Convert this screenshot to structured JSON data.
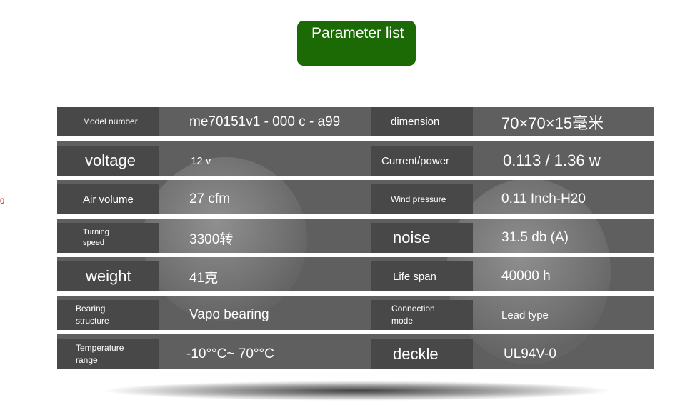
{
  "title": "Parameter list",
  "stray_mark": "0",
  "rows": [
    {
      "label1": "Model number",
      "value1": "me70151v1 - 000 c - a99",
      "label2": "dimension",
      "value2": "70×70×15毫米"
    },
    {
      "label1": "voltage",
      "value1": "12 v",
      "label2": "Current/power",
      "value2": "0.113 / 1.36 w"
    },
    {
      "label1": "Air volume",
      "value1": "27 cfm",
      "label2": "Wind pressure",
      "value2": "0.11 Inch-H20"
    },
    {
      "label1": "Turning speed",
      "value1": "3300转",
      "label2": "noise",
      "value2": "31.5 db (A)"
    },
    {
      "label1": "weight",
      "value1": "41克",
      "label2": "Life span",
      "value2": "40000 h"
    },
    {
      "label1": "Bearing structure",
      "value1": "Vapo bearing",
      "label2": "Connection mode",
      "value2": "Lead type"
    },
    {
      "label1": "Temperature range",
      "value1": "-10°°C~ 70°°C",
      "label2": "deckle",
      "value2": "UL94V-0"
    }
  ]
}
